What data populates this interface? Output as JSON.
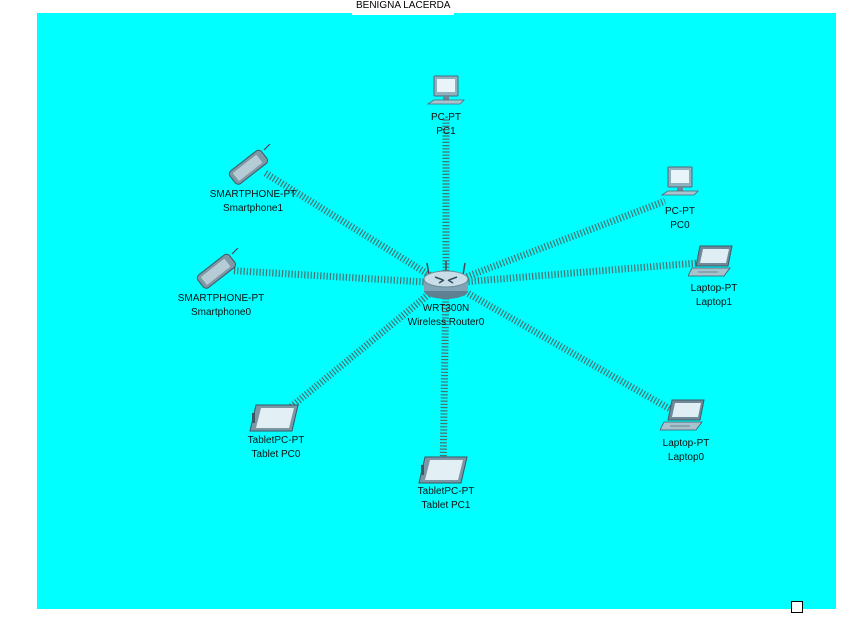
{
  "workspace": {
    "title": "BENIGNA LACERDA",
    "background_color": "#00ffff"
  },
  "router": {
    "icon": "wireless-router-icon",
    "model": "WRT300N",
    "name": "Wireless Router0"
  },
  "devices": {
    "pc1": {
      "icon": "desktop-pc-icon",
      "model": "PC-PT",
      "name": "PC1"
    },
    "pc0": {
      "icon": "desktop-pc-icon",
      "model": "PC-PT",
      "name": "PC0"
    },
    "smartphone1": {
      "icon": "smartphone-icon",
      "model": "SMARTPHONE-PT",
      "name": "Smartphone1"
    },
    "smartphone0": {
      "icon": "smartphone-icon",
      "model": "SMARTPHONE-PT",
      "name": "Smartphone0"
    },
    "laptop1": {
      "icon": "laptop-icon",
      "model": "Laptop-PT",
      "name": "Laptop1"
    },
    "laptop0": {
      "icon": "laptop-icon",
      "model": "Laptop-PT",
      "name": "Laptop0"
    },
    "tablet_pc0": {
      "icon": "tablet-icon",
      "model": "TabletPC-PT",
      "name": "Tablet PC0"
    },
    "tablet_pc1": {
      "icon": "tablet-icon",
      "model": "TabletPC-PT",
      "name": "Tablet PC1"
    }
  },
  "wireless_links": [
    {
      "from": "router",
      "to": "pc1"
    },
    {
      "from": "router",
      "to": "pc0"
    },
    {
      "from": "router",
      "to": "smartphone1"
    },
    {
      "from": "router",
      "to": "smartphone0"
    },
    {
      "from": "router",
      "to": "laptop1"
    },
    {
      "from": "router",
      "to": "laptop0"
    },
    {
      "from": "router",
      "to": "tablet_pc0"
    },
    {
      "from": "router",
      "to": "tablet_pc1"
    }
  ]
}
